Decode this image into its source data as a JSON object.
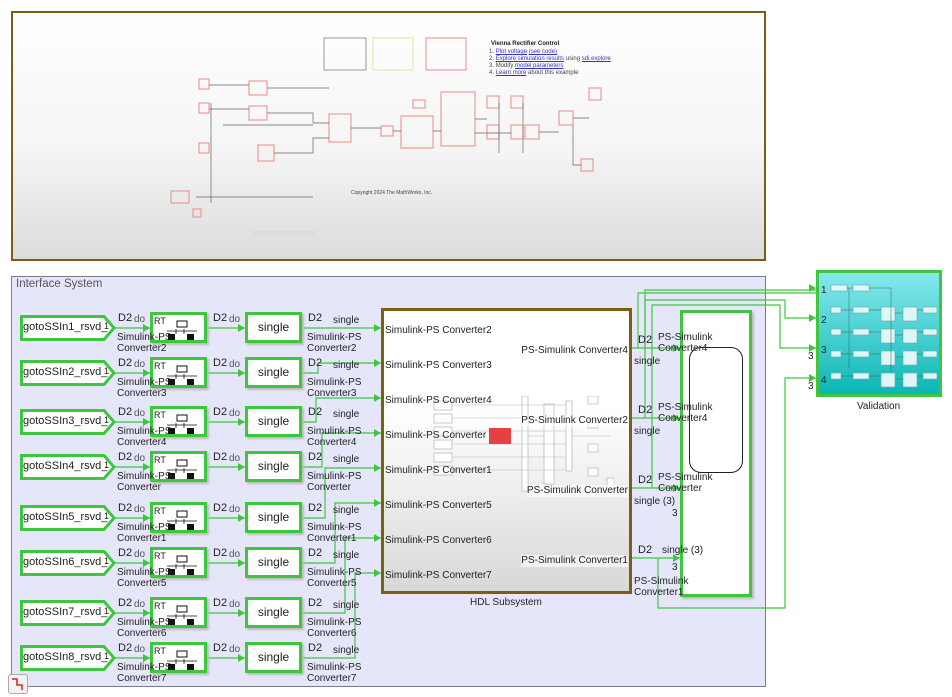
{
  "preview": {
    "title": "Vienna Rectifier Control",
    "steps": [
      {
        "num": "1.",
        "parts": [
          {
            "text": "Plot voltage",
            "link": true
          },
          {
            "text": " ",
            "link": false
          },
          {
            "text": "(see code)",
            "link": true
          }
        ]
      },
      {
        "num": "2.",
        "parts": [
          {
            "text": "Explore simulation results",
            "link": true
          },
          {
            "text": " using ",
            "link": false
          },
          {
            "text": "sdi.explore",
            "link": true
          }
        ]
      },
      {
        "num": "3.",
        "parts": [
          {
            "text": "Modify ",
            "link": false
          },
          {
            "text": "model parameters",
            "link": true
          }
        ]
      },
      {
        "num": "4.",
        "parts": [
          {
            "text": "Learn more",
            "link": true
          },
          {
            "text": " about this example",
            "link": false
          }
        ]
      }
    ],
    "copyright": "Copyright 2024 The MathWorks, Inc."
  },
  "interface": {
    "title": "Interface System",
    "rows": [
      {
        "goto": "gotoSSIn1_rsvd_",
        "port": "1",
        "conv": "Simulink-PS Converter2",
        "conv_a": "Simulink-PS",
        "conv_b": "Converter2"
      },
      {
        "goto": "gotoSSIn2_rsvd_",
        "port": "1",
        "conv": "Simulink-PS Converter3",
        "conv_a": "Simulink-PS",
        "conv_b": "Converter3"
      },
      {
        "goto": "gotoSSIn3_rsvd_",
        "port": "1",
        "conv": "Simulink-PS Converter4",
        "conv_a": "Simulink-PS",
        "conv_b": "Converter4"
      },
      {
        "goto": "gotoSSIn4_rsvd_",
        "port": "1",
        "conv": "Simulink-PS Converter",
        "conv_a": "Simulink-PS",
        "conv_b": "Converter"
      },
      {
        "goto": "gotoSSIn5_rsvd_",
        "port": "1",
        "conv": "Simulink-PS Converter1",
        "conv_a": "Simulink-PS",
        "conv_b": "Converter1"
      },
      {
        "goto": "gotoSSIn6_rsvd_",
        "port": "1",
        "conv": "Simulink-PS Converter5",
        "conv_a": "Simulink-PS",
        "conv_b": "Converter5"
      },
      {
        "goto": "gotoSSIn7_rsvd_",
        "port": "1",
        "conv": "Simulink-PS Converter6",
        "conv_a": "Simulink-PS",
        "conv_b": "Converter6"
      },
      {
        "goto": "gotoSSIn8_rsvd_",
        "port": "1",
        "conv": "Simulink-PS Converter7",
        "conv_a": "Simulink-PS",
        "conv_b": "Converter7"
      }
    ],
    "rt_label": "RT",
    "sig_d2": "D2",
    "sig_do": "do",
    "cast_label": "single",
    "sig_single": "single"
  },
  "hdl": {
    "name": "HDL Subsystem",
    "inputs": [
      "Simulink-PS Converter2",
      "Simulink-PS Converter3",
      "Simulink-PS Converter4",
      "Simulink-PS Converter",
      "Simulink-PS Converter1",
      "Simulink-PS Converter5",
      "Simulink-PS Converter6",
      "Simulink-PS Converter7"
    ],
    "outputs": [
      "PS-Simulink Converter4",
      "PS-Simulink Converter2",
      "PS-Simulink Converter",
      "PS-Simulink Converter1"
    ]
  },
  "outputs": [
    {
      "d2": "D2",
      "type": "single",
      "name_a": "PS-Simulink",
      "name_b": "Converter4",
      "dim": ""
    },
    {
      "d2": "D2",
      "type": "single",
      "name_a": "PS-Simulink",
      "name_b": "Converter4",
      "dim": ""
    },
    {
      "d2": "D2",
      "type": "single (3)",
      "name_a": "PS-Simulink",
      "name_b": "Converter",
      "dim": "3"
    },
    {
      "d2": "D2",
      "type": "single (3)",
      "name_a": "PS-Simulink",
      "name_b": "Converter1",
      "dim": "3"
    }
  ],
  "validation": {
    "name": "Validation",
    "ports": [
      "1",
      "2",
      "3",
      "4"
    ],
    "dims": [
      "3",
      "3"
    ]
  },
  "colors": {
    "signal": "#3ec73e",
    "subsystem_border": "#7d5c14",
    "interface_bg": "#e6e6fb",
    "validation": "#0cb6b6",
    "hdl_core": "#e84040"
  }
}
